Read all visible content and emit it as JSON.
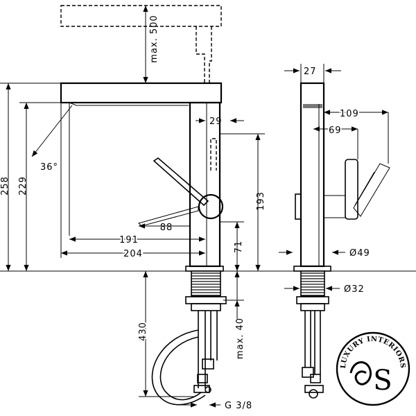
{
  "front_view": {
    "max_500": "max. 500",
    "d258": "258",
    "d229": "229",
    "angle_36": "36°",
    "d29": "29",
    "d193": "193",
    "d88": "88",
    "d191": "191",
    "d71": "71",
    "d204": "204",
    "d430": "430",
    "max_40": "max. 40",
    "g38": "G 3/8"
  },
  "side_view": {
    "d27": "27",
    "d109": "109",
    "d69": "69",
    "d49": "Ø49",
    "d32": "Ø32"
  },
  "logo": {
    "text": "LUXURY INTERIORS",
    "monogram": "S"
  }
}
